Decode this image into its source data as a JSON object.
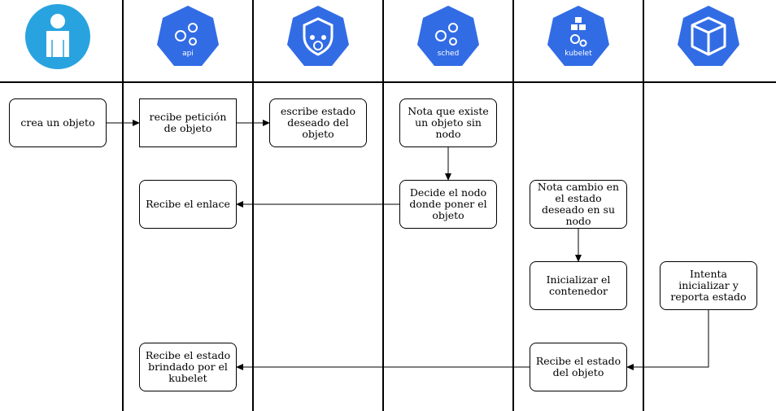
{
  "columns": [
    {
      "id": "user",
      "icon": "user-icon",
      "label": ""
    },
    {
      "id": "api",
      "icon": "kubernetes-api-icon",
      "label": "api"
    },
    {
      "id": "etcd",
      "icon": "kubernetes-etcd-icon",
      "label": ""
    },
    {
      "id": "sched",
      "icon": "kubernetes-scheduler-icon",
      "label": "sched"
    },
    {
      "id": "kubelet",
      "icon": "kubernetes-kubelet-icon",
      "label": "kubelet"
    },
    {
      "id": "container",
      "icon": "container-cube-icon",
      "label": ""
    }
  ],
  "steps": {
    "user_create": "crea un objeto",
    "api_receive": "recibe petición de objeto",
    "etcd_write": "escribe estado deseado del objeto",
    "sched_notice": "Nota que existe un objeto sin nodo",
    "sched_decide": "Decide el nodo donde poner el objeto",
    "api_binding": "Recibe el enlace",
    "kubelet_notice": "Nota cambio en el estado deseado en su nodo",
    "kubelet_init": "Inicializar el contenedor",
    "container_init": "Intenta inicializar y reporta estado",
    "kubelet_receive": "Recibe el estado del objeto",
    "api_status": "Recibe el estado brindado por el kubelet"
  },
  "colors": {
    "user_blue": "#29a3e0",
    "k8s_blue": "#326ce5",
    "line": "#000000"
  }
}
